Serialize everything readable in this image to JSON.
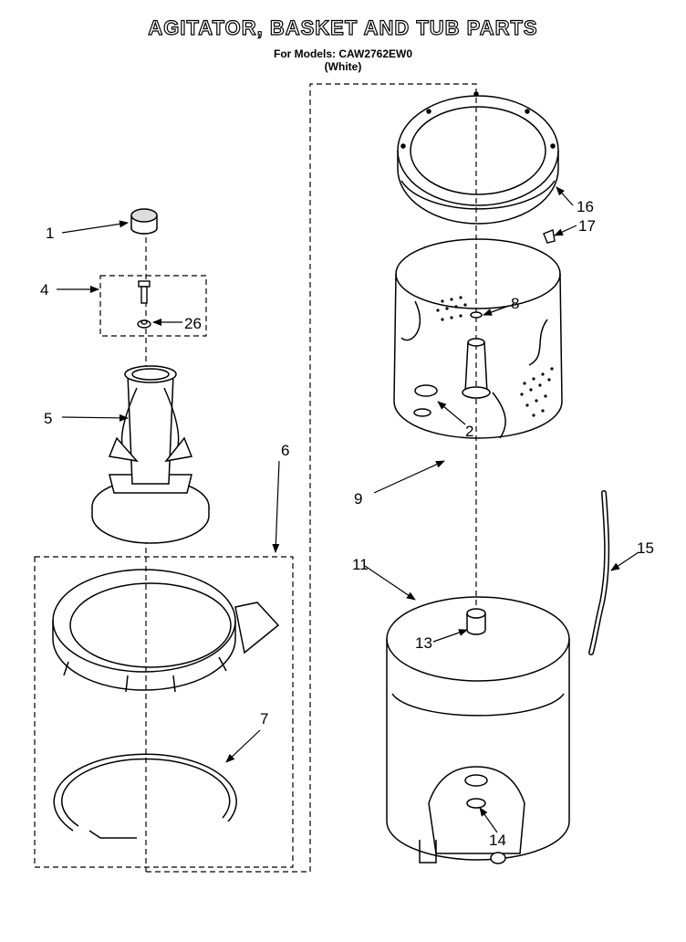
{
  "title": "AGITATOR, BASKET AND TUB PARTS",
  "subtitle": "For Models: CAW2762EW0",
  "color_note": "(White)",
  "callouts": {
    "c1": "1",
    "c2": "2",
    "c4": "4",
    "c5": "5",
    "c6": "6",
    "c7": "7",
    "c8": "8",
    "c9": "9",
    "c11": "11",
    "c13": "13",
    "c14": "14",
    "c15": "15",
    "c16": "16",
    "c17": "17",
    "c26": "26"
  }
}
